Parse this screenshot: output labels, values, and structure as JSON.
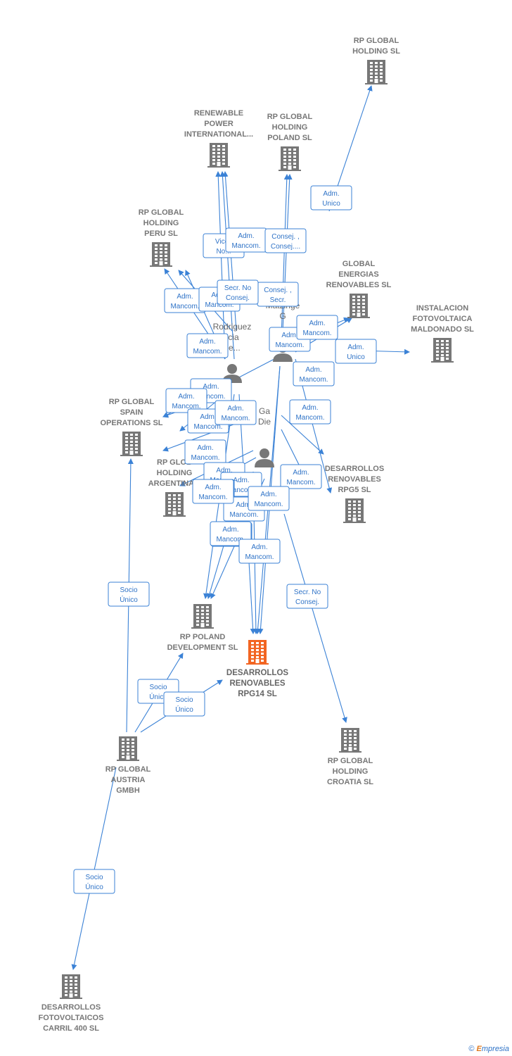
{
  "nodes": [
    {
      "id": "rpg-holding-sl",
      "kind": "company",
      "lines": [
        "RP GLOBAL",
        "HOLDING SL"
      ],
      "label_pos": "above"
    },
    {
      "id": "renewable-power",
      "kind": "company",
      "lines": [
        "RENEWABLE",
        "POWER",
        "INTERNATIONAL..."
      ],
      "label_pos": "above"
    },
    {
      "id": "rpg-poland",
      "kind": "company",
      "lines": [
        "RP GLOBAL",
        "HOLDING",
        "POLAND SL"
      ],
      "label_pos": "above"
    },
    {
      "id": "rpg-peru",
      "kind": "company",
      "lines": [
        "RP GLOBAL",
        "HOLDING",
        "PERU  SL"
      ],
      "label_pos": "above"
    },
    {
      "id": "global-energias",
      "kind": "company",
      "lines": [
        "GLOBAL",
        "ENERGIAS",
        "RENOVABLES SL"
      ],
      "label_pos": "above"
    },
    {
      "id": "instalacion-maldonado",
      "kind": "company",
      "lines": [
        "INSTALACION",
        "FOTOVOLTAICA",
        "MALDONADO SL"
      ],
      "label_pos": "above"
    },
    {
      "id": "rpg-spain",
      "kind": "company",
      "lines": [
        "RP GLOBAL",
        "SPAIN",
        "OPERATIONS SL"
      ],
      "label_pos": "above"
    },
    {
      "id": "rpg-argentina",
      "kind": "company",
      "lines": [
        "RP GLOB",
        "HOLDING",
        "ARGENTINA..."
      ],
      "label_pos": "above"
    },
    {
      "id": "desarrollos-rpg5",
      "kind": "company",
      "lines": [
        "DESARROLLOS",
        "RENOVABLES",
        "RPG5  SL"
      ],
      "label_pos": "above"
    },
    {
      "id": "rp-poland-dev",
      "kind": "company",
      "lines": [
        "RP POLAND",
        "DEVELOPMENT SL"
      ],
      "label_pos": "below"
    },
    {
      "id": "desarrollos-rpg14",
      "kind": "focus",
      "lines": [
        "DESARROLLOS",
        "RENOVABLES",
        "RPG14  SL"
      ],
      "label_pos": "below"
    },
    {
      "id": "rpg-croatia",
      "kind": "company",
      "lines": [
        "RP GLOBAL",
        "HOLDING",
        "CROATIA SL"
      ],
      "label_pos": "below"
    },
    {
      "id": "rpg-austria",
      "kind": "company",
      "lines": [
        "RP GLOBAL",
        "AUSTRIA",
        "GMBH"
      ],
      "label_pos": "below"
    },
    {
      "id": "desarrollos-carril",
      "kind": "company",
      "lines": [
        "DESARROLLOS",
        "FOTOVOLTAICOS",
        "CARRIL 400  SL"
      ],
      "label_pos": "below"
    },
    {
      "id": "person-rodriguez",
      "kind": "person",
      "lines": [
        "Rodriguez",
        "rcia",
        "ge..."
      ]
    },
    {
      "id": "person-matzinger",
      "kind": "person",
      "lines": [
        "Matzinge",
        "G"
      ]
    },
    {
      "id": "person-dieter",
      "kind": "person",
      "lines": [
        "Ga",
        "Die"
      ]
    }
  ],
  "edges": [
    {
      "from": "person-matzinger",
      "to": "rpg-holding-sl",
      "label": [
        "Adm.",
        "Unico"
      ]
    },
    {
      "from": "person-matzinger",
      "to": "instalacion-maldonado",
      "label": [
        "Adm.",
        "Unico"
      ]
    },
    {
      "from": "rpg-austria",
      "to": "rpg-spain",
      "label": [
        "Socio",
        "Único"
      ]
    },
    {
      "from": "rpg-austria",
      "to": "rp-poland-dev",
      "label": [
        "Socio",
        "Único"
      ]
    },
    {
      "from": "rpg-austria",
      "to": "desarrollos-rpg14",
      "label": [
        "Socio",
        "Único"
      ]
    },
    {
      "from": "rpg-austria",
      "to": "desarrollos-carril",
      "label": [
        "Socio",
        "Único"
      ]
    },
    {
      "from": "person-dieter",
      "to": "rpg-croatia",
      "label": [
        "Secr.  No",
        "Consej."
      ]
    },
    {
      "from": "person-rodriguez",
      "to": "renewable-power",
      "label": [
        "Vices",
        "No..."
      ]
    },
    {
      "from": "person-rodriguez",
      "to": "renewable-power",
      "label": [
        "Adm.",
        "Mancom."
      ]
    },
    {
      "from": "person-matzinger",
      "to": "rpg-poland",
      "label": [
        "Consej. ,",
        "Consej...."
      ]
    },
    {
      "from": "person-matzinger",
      "to": "rpg-poland",
      "label": [
        "Consej. ,",
        "Secr."
      ]
    },
    {
      "from": "person-rodriguez",
      "to": "rpg-peru",
      "label": [
        "Adm.",
        "Mancom."
      ]
    },
    {
      "from": "person-rodriguez",
      "to": "rpg-peru",
      "label": [
        "Adm.",
        "Mancom."
      ]
    },
    {
      "from": "person-rodriguez",
      "to": "renewable-power",
      "label": [
        "Secr.  No",
        "Consej."
      ]
    },
    {
      "from": "person-matzinger",
      "to": "global-energias",
      "label": [
        "Adm.",
        "Mancom."
      ]
    },
    {
      "from": "person-matzinger",
      "to": "global-energias",
      "label": [
        "Adm.",
        "Mancom."
      ]
    },
    {
      "from": "person-rodriguez",
      "to": "rpg-peru",
      "label": [
        "Adm.",
        "Mancom."
      ]
    },
    {
      "from": "person-matzinger",
      "to": "rpg-spain",
      "label": [
        "Adm.",
        "Mancom."
      ]
    },
    {
      "from": "person-matzinger",
      "to": "desarrollos-rpg5",
      "label": [
        "Adm.",
        "Mancom."
      ]
    },
    {
      "from": "person-rodriguez",
      "to": "rpg-spain",
      "label": [
        "Adm.",
        "Mancom."
      ]
    },
    {
      "from": "person-rodriguez",
      "to": "rpg-spain",
      "label": [
        "Adm.",
        "Mancom."
      ]
    },
    {
      "from": "person-dieter",
      "to": "rpg-spain",
      "label": [
        "Adm.",
        "Mancom."
      ]
    },
    {
      "from": "person-dieter",
      "to": "rpg-argentina",
      "label": [
        "Adm.",
        "Mancom."
      ]
    },
    {
      "from": "person-dieter",
      "to": "rpg-argentina",
      "label": [
        "Adm.",
        "Mancom."
      ]
    },
    {
      "from": "person-dieter",
      "to": "desarrollos-rpg5",
      "label": [
        "Adm.",
        "Mancom."
      ]
    },
    {
      "from": "person-dieter",
      "to": "desarrollos-rpg5",
      "label": [
        "Adm.",
        "Mancom."
      ]
    },
    {
      "from": "person-dieter",
      "to": "rpg-argentina",
      "label": [
        "Adm.",
        "Mancom."
      ]
    },
    {
      "from": "person-dieter",
      "to": "rpg-argentina",
      "label": [
        "Adm.",
        "Mancom."
      ]
    },
    {
      "from": "person-dieter",
      "to": "desarrollos-rpg14",
      "label": [
        "Adm.",
        "Mancom."
      ]
    },
    {
      "from": "person-rodriguez",
      "to": "rp-poland-dev",
      "label": [
        "Adm.",
        "Mancom."
      ]
    },
    {
      "from": "person-rodriguez",
      "to": "desarrollos-rpg14",
      "label": [
        "Adm.",
        "Mancom."
      ]
    },
    {
      "from": "person-matzinger",
      "to": "desarrollos-rpg14",
      "label": [
        "Adm.",
        "Mancom."
      ]
    },
    {
      "from": "person-rodriguez",
      "to": "rp-poland-dev",
      "label": [
        "Adm.",
        "Mancom."
      ]
    },
    {
      "from": "person-dieter",
      "to": "rp-poland-dev",
      "label": [
        "Adm.",
        "Mancom."
      ]
    },
    {
      "from": "person-matzinger",
      "to": "desarrollos-rpg14",
      "label": [
        "Adm.",
        "Mancom."
      ]
    }
  ],
  "footer": {
    "copyright": "©",
    "brand_first": "E",
    "brand_rest": "mpresia"
  }
}
